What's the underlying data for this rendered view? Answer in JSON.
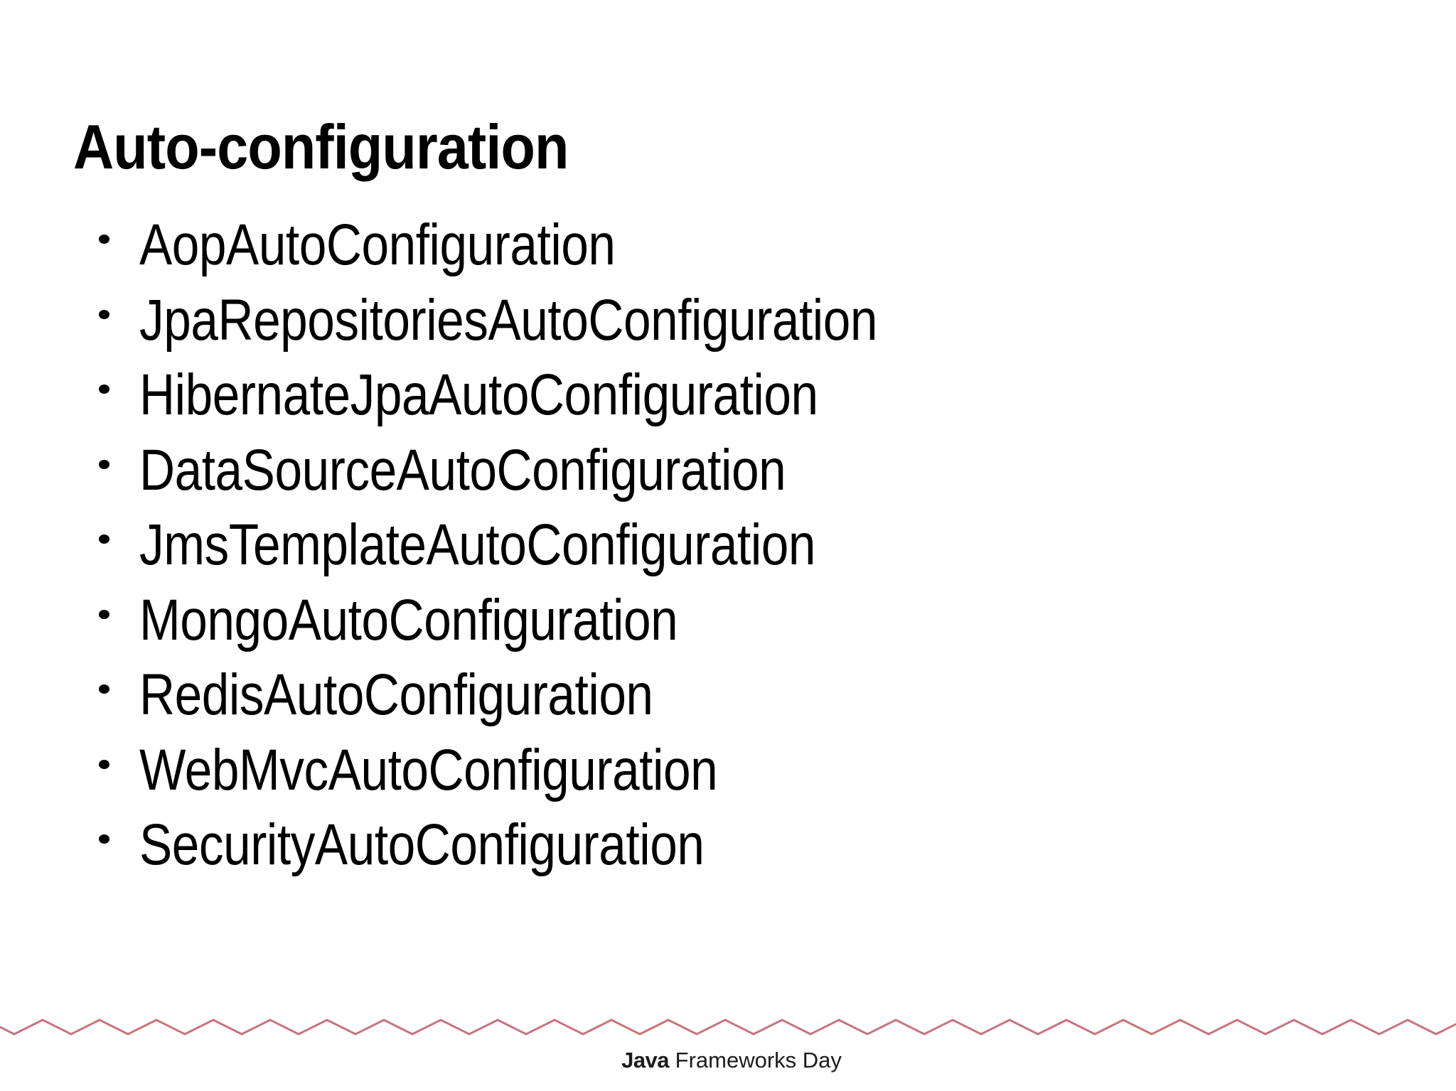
{
  "slide": {
    "title": "Auto-configuration",
    "bullets": [
      {
        "label": "AopAutoConfiguration"
      },
      {
        "label": "JpaRepositoriesAutoConfiguration"
      },
      {
        "label": "HibernateJpaAutoConfiguration"
      },
      {
        "label": "DataSourceAutoConfiguration"
      },
      {
        "label": "JmsTemplateAutoConfiguration"
      },
      {
        "label": "MongoAutoConfiguration"
      },
      {
        "label": "RedisAutoConfiguration"
      },
      {
        "label": "WebMvcAutoConfiguration"
      },
      {
        "label": "SecurityAutoConfiguration"
      }
    ]
  },
  "footer": {
    "logo_bold": "Java",
    "logo_rest": " Frameworks Day",
    "divider_color": "#c9727f",
    "text_color": "#1c1c1c"
  },
  "theme": {
    "background": "#ffffff",
    "text_color": "#000000",
    "accent": "#c9727f"
  }
}
